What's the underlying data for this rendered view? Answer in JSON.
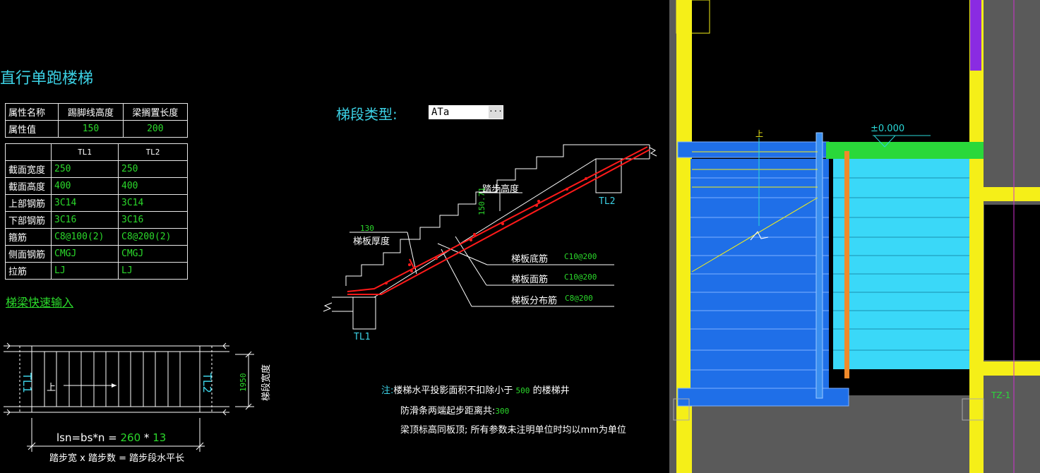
{
  "title": "直行单跑楼梯",
  "props_table": {
    "headers": [
      "属性名称",
      "踢脚线高度",
      "梁搁置长度"
    ],
    "values": [
      "属性值",
      "150",
      "200"
    ]
  },
  "beam_table": {
    "cols": [
      "TL1",
      "TL2"
    ],
    "rows": [
      {
        "label": "截面宽度",
        "tl1": "250",
        "tl2": "250"
      },
      {
        "label": "截面高度",
        "tl1": "400",
        "tl2": "400"
      },
      {
        "label": "上部钢筋",
        "tl1": "3C14",
        "tl2": "3C14"
      },
      {
        "label": "下部钢筋",
        "tl1": "3C16",
        "tl2": "3C16"
      },
      {
        "label": "箍筋",
        "tl1": "C8@100(2)",
        "tl2": "C8@200(2)"
      },
      {
        "label": "侧面钢筋",
        "tl1": "CMGJ",
        "tl2": "CMGJ"
      },
      {
        "label": "拉筋",
        "tl1": "LJ",
        "tl2": "LJ"
      }
    ]
  },
  "quick_input_link": "梯梁快速输入",
  "segment_type": {
    "label": "梯段类型:",
    "value": "ATa",
    "button": "···"
  },
  "section": {
    "step_height_label": "踏步高度",
    "step_height_value": "150.71",
    "slab_thickness_value": "130",
    "slab_thickness_label": "梯板厚度",
    "bottom_rebar_label": "梯板底筋",
    "bottom_rebar_value": "C10@200",
    "top_rebar_label": "梯板面筋",
    "top_rebar_value": "C10@200",
    "dist_rebar_label": "梯板分布筋",
    "dist_rebar_value": "C8@200",
    "tl1": "TL1",
    "tl2": "TL2"
  },
  "plan": {
    "tl1": "TL1",
    "tl2": "TL2",
    "up": "上",
    "width_value": "1950",
    "width_label": "梯段宽度",
    "formula_prefix": "lsn=bs*n = ",
    "formula_bs": "260",
    "formula_mul": " * ",
    "formula_n": "13",
    "formula_caption": "踏步宽 x 踏步数 = 踏步段水平长"
  },
  "notes": {
    "prefix": "注:",
    "line1a": "楼梯水平投影面积不扣除小于",
    "line1v": "500",
    "line1b": "的楼梯井",
    "line2a": "防滑条两端起步距离共:",
    "line2v": "300",
    "line3": "梁顶标高同板顶; 所有参数未注明单位时均以mm为单位"
  },
  "preview": {
    "elevation": "±0.000",
    "up": "上",
    "column_tag": "TZ-1"
  },
  "colors": {
    "cyan": "#3cd2e6",
    "green": "#2bd92b",
    "red": "#ff1a1a",
    "blue": "#1f6fe8",
    "light_cyan": "#3ad8f8",
    "yellow": "#f5ef18"
  }
}
